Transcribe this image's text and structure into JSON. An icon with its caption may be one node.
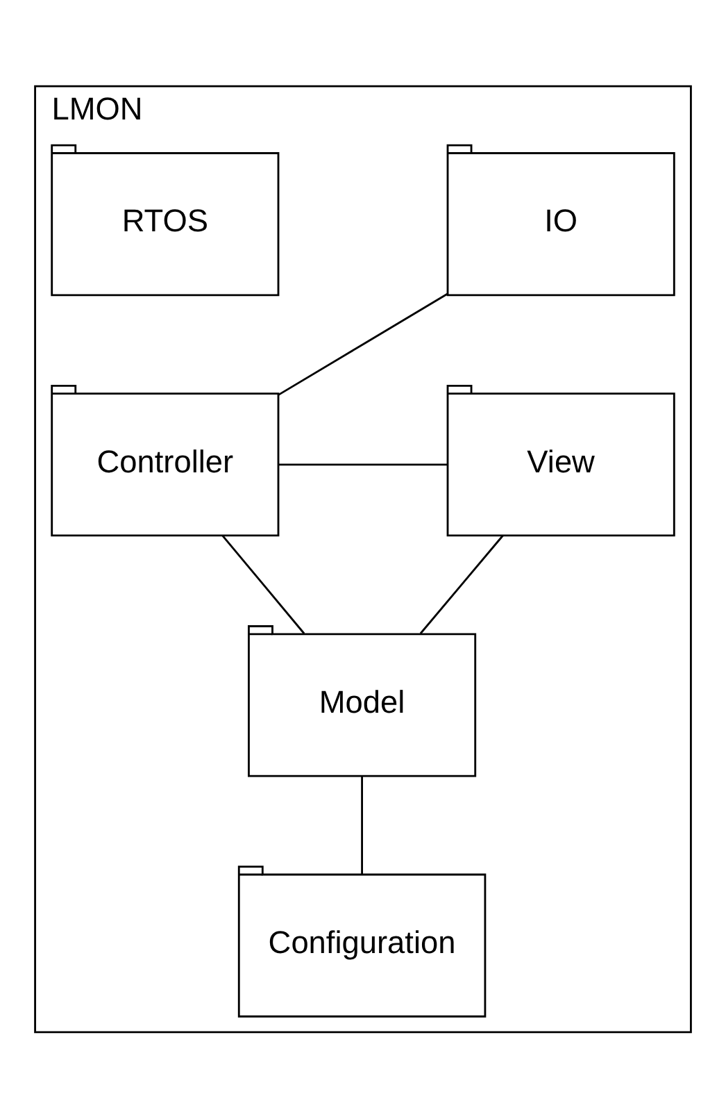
{
  "diagram": {
    "nodes": [
      {
        "text": [
          "LMON"
        ]
      },
      {
        "text": [
          "IO"
        ],
        "in": 0
      },
      {
        "text": [
          "RTOS"
        ],
        "in": 0
      },
      {
        "text": [
          "Controller"
        ],
        "in": 0
      },
      {
        "text": [
          "View"
        ],
        "in": 0
      },
      {
        "text": [
          "Model"
        ],
        "in": 0
      },
      {
        "text": [
          "Configuration"
        ],
        "in": 0
      }
    ],
    "edges": [
      {
        "from": 1,
        "to": 3,
        "arrow": "none"
      },
      {
        "from": 3,
        "to": 4,
        "arrow": "none"
      },
      {
        "from": 3,
        "to": 5,
        "arrow": "none"
      },
      {
        "from": 4,
        "to": 5,
        "arrow": "none"
      },
      {
        "from": 5,
        "to": 6,
        "arrow": "none"
      }
    ]
  }
}
